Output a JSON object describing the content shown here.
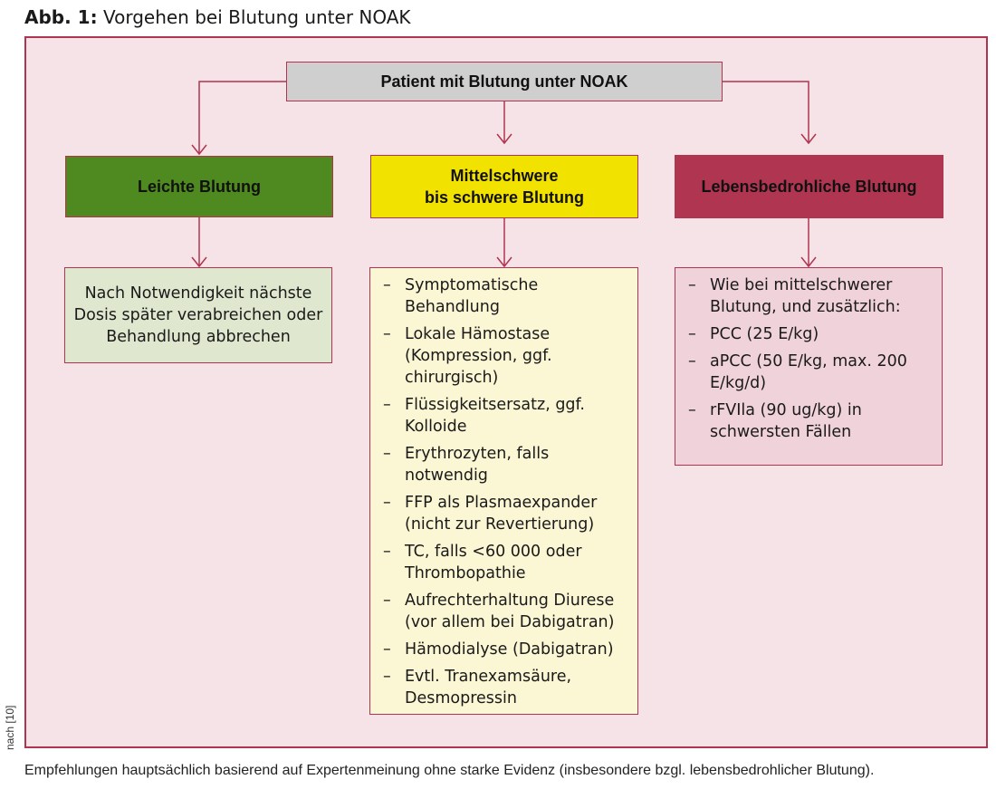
{
  "figure": {
    "label": "Abb. 1:",
    "title": "Vorgehen bei Blutung unter NOAK",
    "side_note": "nach [10]",
    "footnote": "Empfehlungen hauptsächlich basierend auf Expertenmeinung ohne starke Evidenz (insbesondere bzgl. lebensbedrohlicher Blutung)."
  },
  "colors": {
    "frame": "#b0344f",
    "panel_bg": "#f5e3e8",
    "root": "#cfcfcf",
    "light": "#4e8a20",
    "mid": "#f2e200",
    "severe": "#b03550"
  },
  "root": {
    "label": "Patient mit Blutung unter NOAK"
  },
  "light": {
    "title": "Leichte Blutung",
    "detail": "Nach Notwendigkeit nächste Dosis später verabreichen oder Behandlung abbrechen"
  },
  "mid": {
    "title_line1": "Mittelschwere",
    "title_line2": "bis schwere Blutung",
    "items": [
      "Symptomatische Behandlung",
      "Lokale Hämostase (Kompression, ggf. chirurgisch)",
      "Flüssigkeitsersatz, ggf. Kolloide",
      "Erythrozyten, falls notwendig",
      "FFP als Plasmaexpander (nicht zur Revertierung)",
      "TC, falls <60 000 oder Thrombopathie",
      "Aufrechterhaltung Diurese (vor allem bei Dabigatran)",
      "Hämodialyse (Dabigatran)",
      "Evtl. Tranexamsäure, Desmopressin"
    ]
  },
  "severe": {
    "title": "Lebensbedrohliche Blutung",
    "items": [
      "Wie bei mittelschwerer Blutung, und zusätzlich:",
      "PCC (25 E/kg)",
      "aPCC (50 E/kg, max. 200 E/kg/d)",
      "rFVIla (90 ug/kg) in schwersten Fällen"
    ]
  },
  "bullet": "–"
}
